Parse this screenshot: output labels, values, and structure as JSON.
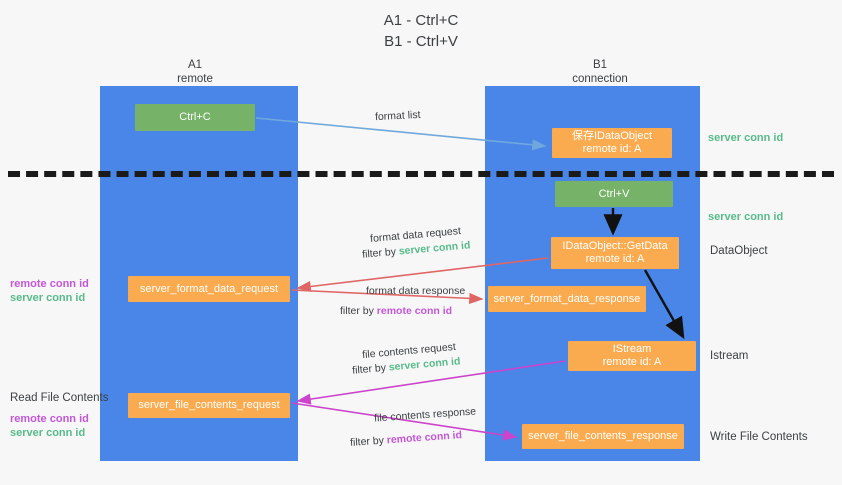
{
  "title": "A1 - Ctrl+C\nB1 - Ctrl+V",
  "columns": {
    "a1": {
      "name": "A1",
      "role": "remote",
      "header": "A1\nremote"
    },
    "b1": {
      "name": "B1",
      "role": "connection",
      "header": "B1\nconnection"
    }
  },
  "boxes": {
    "ctrl_c": {
      "label": "Ctrl+C",
      "color": "#76b267"
    },
    "save_idataobject": {
      "line1": "保存IDataObject",
      "line2": "remote id: A",
      "color": "#fbab4f"
    },
    "ctrl_v": {
      "label": "Ctrl+V",
      "color": "#76b267"
    },
    "get_data": {
      "line1": "IDataObject::GetData",
      "line2": "remote id: A",
      "color": "#fbab4f"
    },
    "server_format_data_request": {
      "label": "server_format_data_request",
      "color": "#fbab4f"
    },
    "server_format_data_response": {
      "label": "server_format_data_response",
      "color": "#fbab4f"
    },
    "istream": {
      "line1": "IStream",
      "line2": "remote id: A",
      "color": "#fbab4f"
    },
    "server_file_contents_request": {
      "label": "server_file_contents_request",
      "color": "#fbab4f"
    },
    "server_file_contents_response": {
      "label": "server_file_contents_response",
      "color": "#fbab4f"
    }
  },
  "side_labels": {
    "dataobject": "DataObject",
    "istream": "Istream",
    "write_file_contents": "Write File Contents",
    "read_file_contents": "Read File Contents"
  },
  "conn_ids": {
    "server": "server conn id",
    "remote": "remote conn id",
    "server_color": "#57bb8a",
    "remote_color": "#c457d8"
  },
  "edges": {
    "format_list": {
      "label": "format list",
      "color": "#6fa8dc"
    },
    "format_data_request": {
      "label": "format data request",
      "filter_prefix": "filter by ",
      "filter_target": "server conn id",
      "color": "#e06666"
    },
    "format_data_response": {
      "label": "format data response",
      "filter_prefix": "filter by ",
      "filter_target": "remote conn id",
      "color": "#e06666"
    },
    "file_contents_request": {
      "label": "file contents request",
      "filter_prefix": "filter by ",
      "filter_target": "server conn id",
      "color": "#cc44cc"
    },
    "file_contents_response": {
      "label": "file contents response",
      "filter_prefix": "filter by ",
      "filter_target": "remote conn id",
      "color": "#cc44cc"
    }
  },
  "divider": {
    "style": "dashed",
    "color": "#1a1a1a"
  },
  "lane_color": "#4a86e8"
}
